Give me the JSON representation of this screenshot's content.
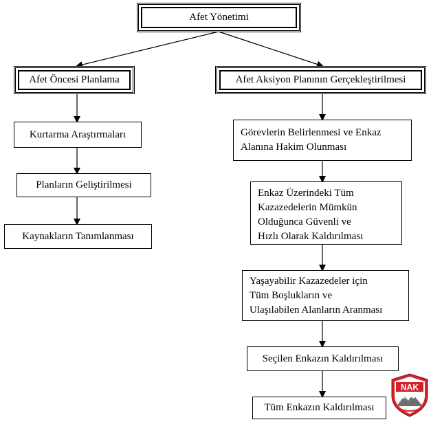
{
  "root": {
    "label": "Afet Yönetimi"
  },
  "left_branch": {
    "header": "Afet Öncesi Planlama",
    "steps": [
      "Kurtarma Araştırmaları",
      "Planların Geliştirilmesi",
      "Kaynakların Tanımlanması"
    ]
  },
  "right_branch": {
    "header": "Afet Aksiyon Planının Gerçekleştirilmesi",
    "steps": [
      {
        "lines": [
          "Görevlerin Belirlenmesi ve Enkaz",
          "Alanına Hakim Olunması"
        ]
      },
      {
        "lines": [
          "Enkaz Üzerindeki Tüm",
          "Kazazedelerin Mümkün",
          "Olduğunca Güvenli ve",
          "Hızlı Olarak Kaldırılması"
        ]
      },
      {
        "lines": [
          "Yaşayabilir Kazazedeler için",
          "Tüm Boşlukların ve",
          "Ulaşılabilen Alanların Aranması"
        ]
      },
      {
        "lines": [
          "Seçilen Enkazın Kaldırılması"
        ]
      },
      {
        "lines": [
          "Tüm Enkazın Kaldırılması"
        ]
      }
    ]
  },
  "logo": {
    "text": "NAK",
    "color": "#d2232a"
  }
}
